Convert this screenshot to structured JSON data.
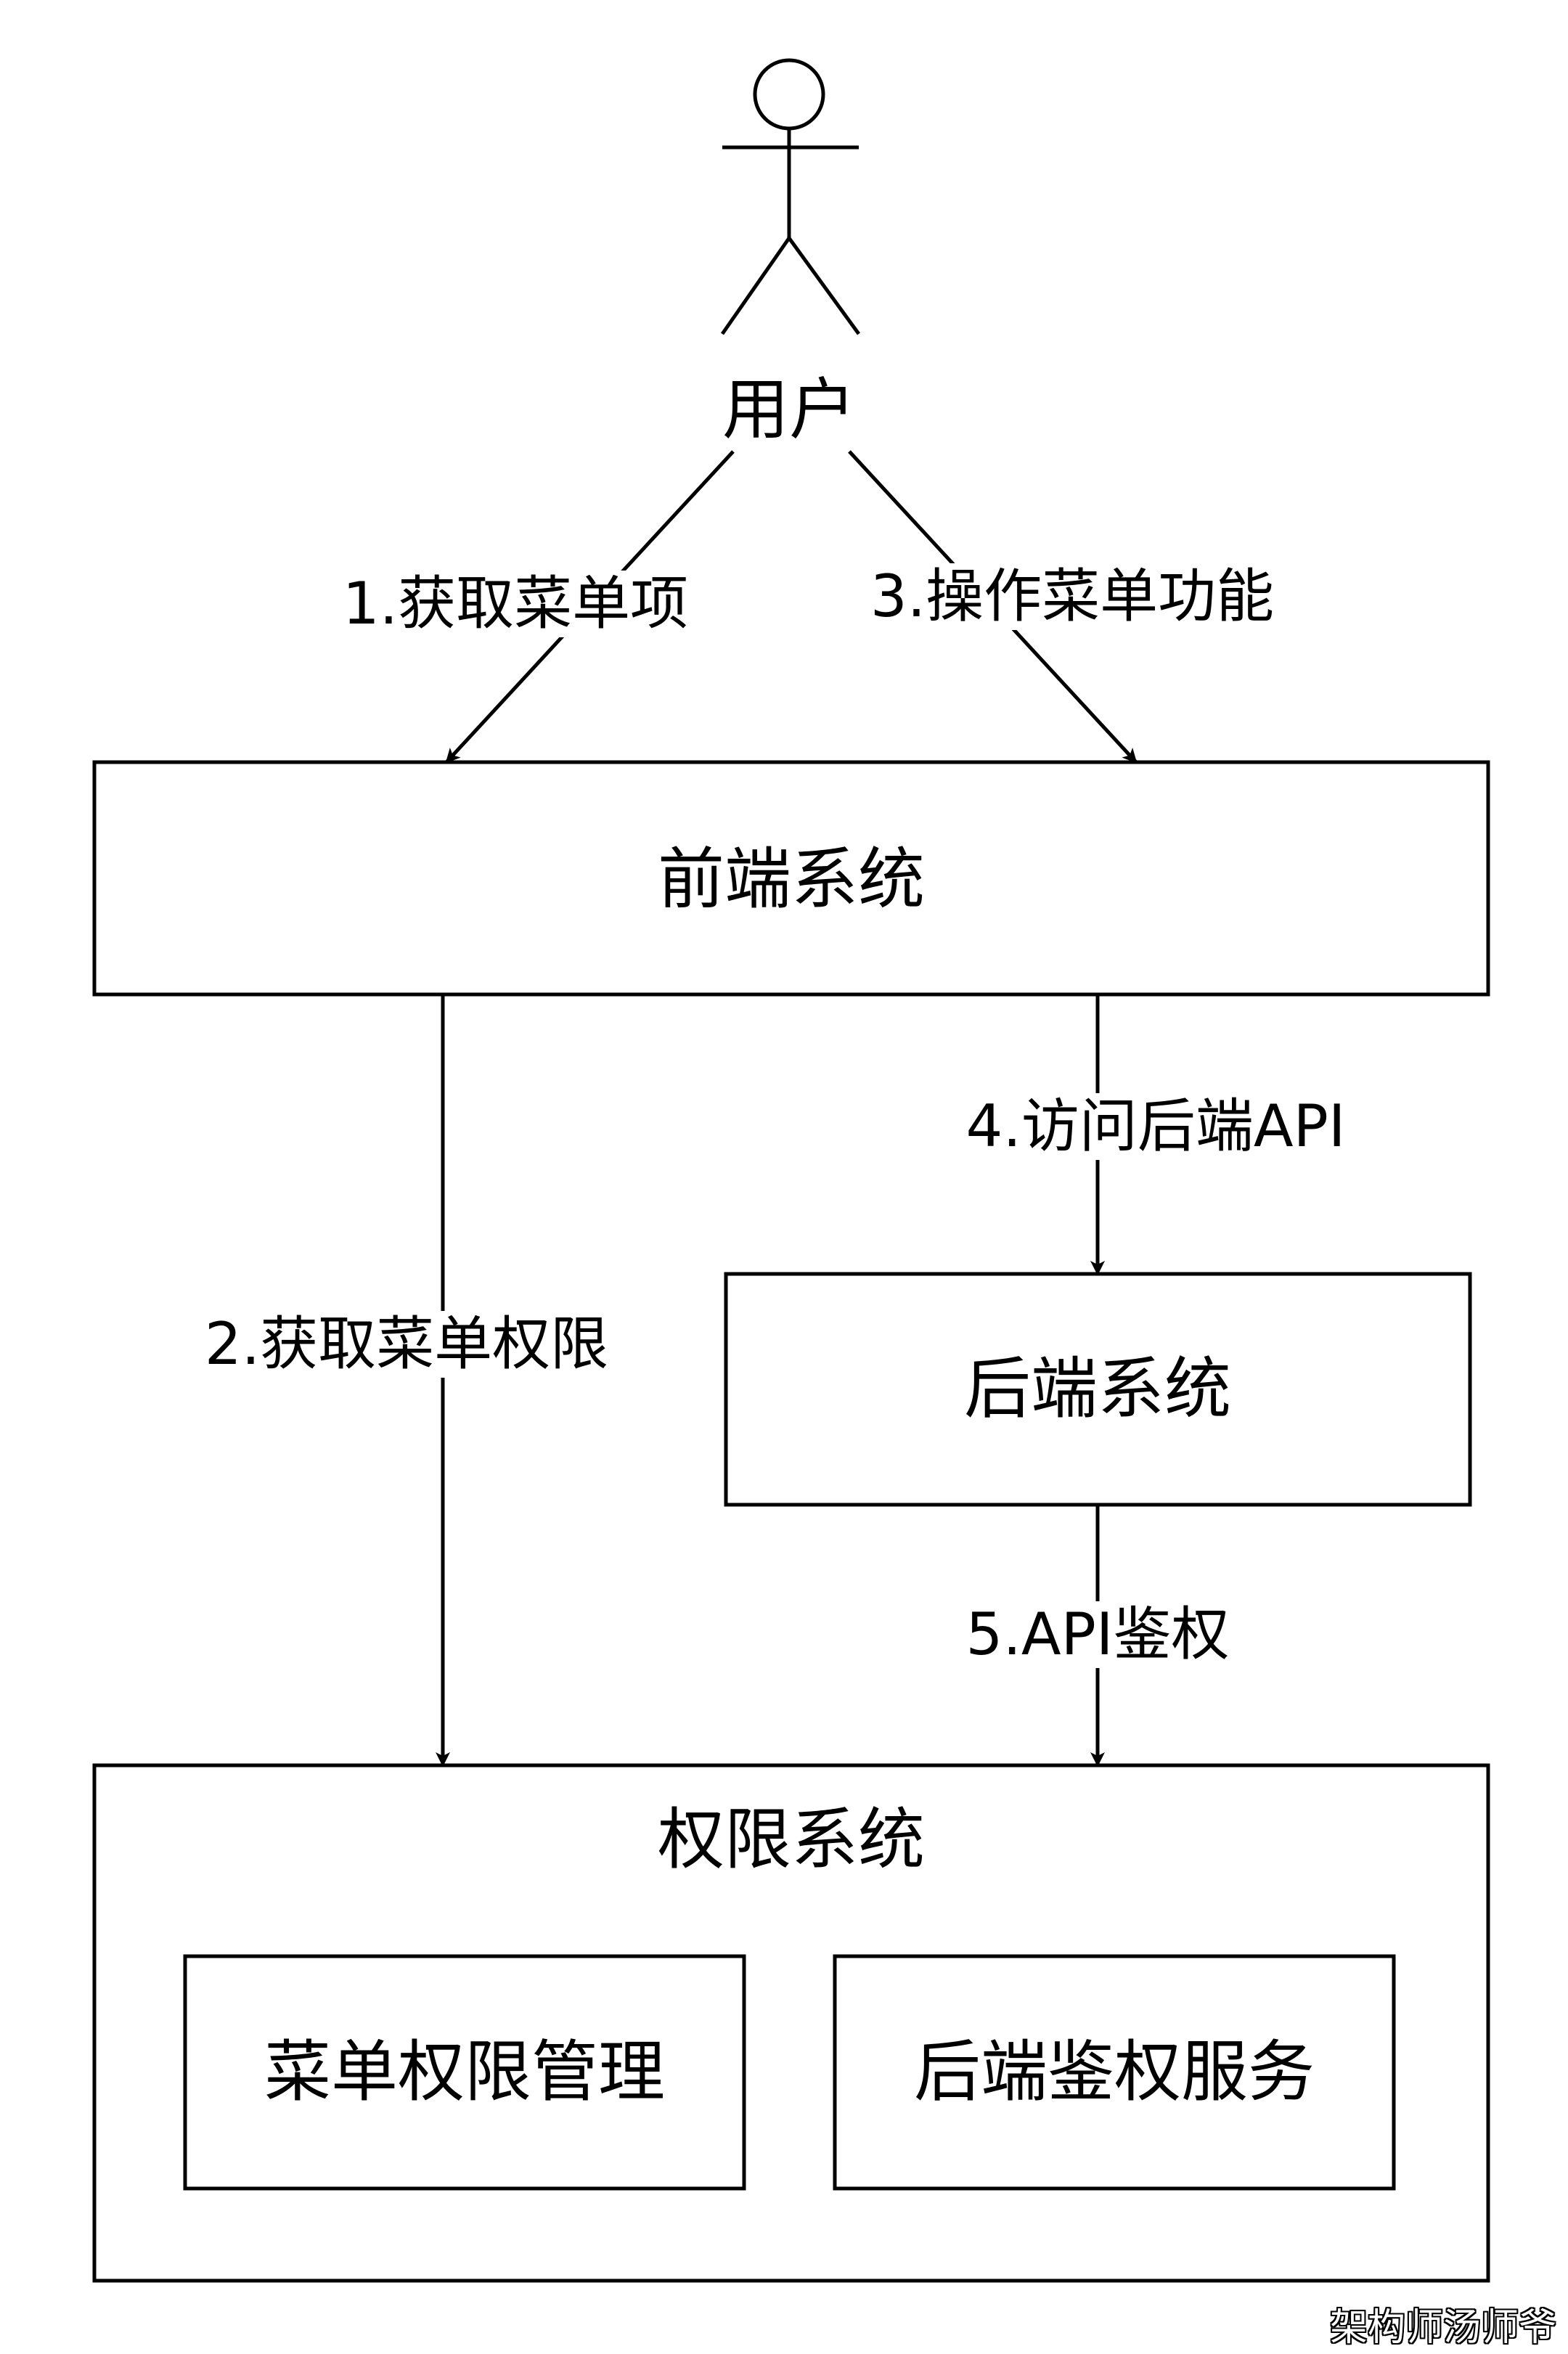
{
  "actor": {
    "label": "用户"
  },
  "nodes": {
    "frontend": "前端系统",
    "backend": "后端系统",
    "permission_system": "权限系统",
    "menu_permission_mgmt": "菜单权限管理",
    "backend_auth_service": "后端鉴权服务"
  },
  "edges": {
    "step1": "1.获取菜单项",
    "step2": "2.获取菜单权限",
    "step3": "3.操作菜单功能",
    "step4": "4.访问后端API",
    "step5": "5.API鉴权"
  },
  "watermark": "架构师汤师爷"
}
